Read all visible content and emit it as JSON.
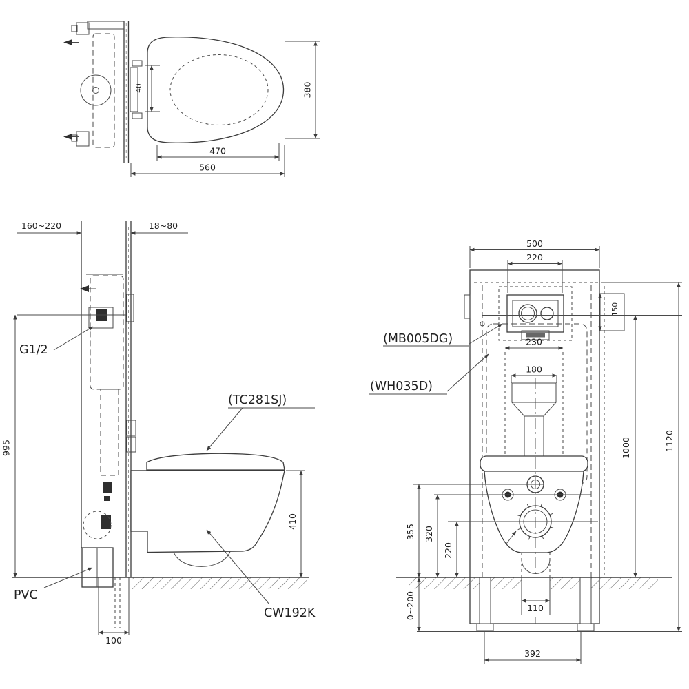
{
  "drawing": {
    "plan_view": {
      "hinge_offset": "40",
      "seat_length": "470",
      "overall_length": "560",
      "overall_width": "380"
    },
    "side_elevation": {
      "frame_depth_range": "160~220",
      "wall_panel_range": "18~80",
      "supply_height": "995",
      "bowl_height": "410",
      "drain_pipe_width": "100",
      "supply_label": "G1/2",
      "seat_label": "(TC281SJ)",
      "bowl_label": "CW192K",
      "pipe_label": "PVC"
    },
    "front_elevation": {
      "frame_width": "500",
      "plate_width": "220",
      "plate_height": "150",
      "duct_width": "230",
      "pipe_width": "180",
      "height_inner": "1000",
      "height_total": "1120",
      "supply_height": "355",
      "bolt_height": "320",
      "outlet_height": "220",
      "drain_width": "110",
      "floor_adjust_range": "0~200",
      "leg_span": "392",
      "plate_label": "(MB005DG)",
      "frame_label": "(WH035D)"
    }
  }
}
